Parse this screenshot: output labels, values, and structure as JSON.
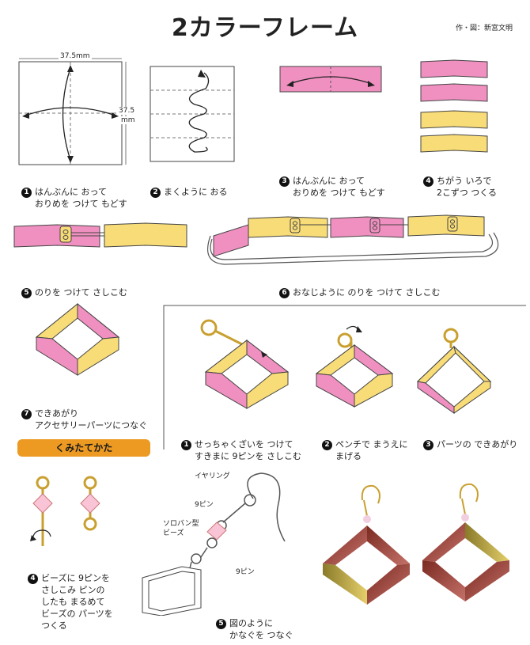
{
  "header": {
    "title": "2カラーフレーム",
    "credit": "作・図：新宮文明"
  },
  "dims": {
    "width": "37.5mm",
    "height_value": "37.5",
    "height_unit": "mm"
  },
  "steps": [
    {
      "num": "1",
      "text": "はんぶんに おって\nおりめを つけて もどす"
    },
    {
      "num": "2",
      "text": "まくように おる"
    },
    {
      "num": "3",
      "text": "はんぶんに おって\nおりめを つけて もどす"
    },
    {
      "num": "4",
      "text": "ちがう いろで\n2こずつ つくる"
    },
    {
      "num": "5",
      "text": "のりを つけて さしこむ"
    },
    {
      "num": "6",
      "text": "おなじように のりを つけて さしこむ"
    },
    {
      "num": "7",
      "text": "できあがり\nアクセサリーパーツにつなぐ"
    }
  ],
  "assembly": {
    "banner": "くみたてかた",
    "steps": [
      {
        "num": "1",
        "text": "せっちゃくざいを つけて\nすきまに 9ピンを さしこむ"
      },
      {
        "num": "2",
        "text": "ペンチで まうえに\nまげる"
      },
      {
        "num": "3",
        "text": "パーツの できあがり"
      },
      {
        "num": "4",
        "text": "ビーズに 9ピンを\nさしこみ ピンの\nしたも まるめて\nビーズの パーツを\nつくる"
      },
      {
        "num": "5",
        "text": "図のように\nかなぐを つなぐ"
      }
    ],
    "labels": {
      "earring_hook": "イヤリング",
      "pin1": "9ピン",
      "bead": "ソロバン型\nビーズ",
      "pin2": "9ピン"
    }
  },
  "colors": {
    "pink": "#f090c0",
    "yellow": "#f8dc78",
    "orange_banner": "#ec9a22",
    "gold": "#d4a437"
  }
}
